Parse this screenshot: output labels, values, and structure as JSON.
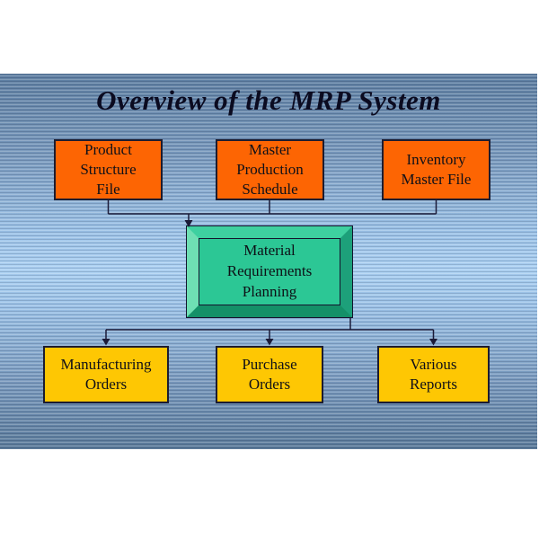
{
  "slide": {
    "title": "Overview of the MRP System",
    "top_row": [
      {
        "label": "Product\nStructure\nFile"
      },
      {
        "label": "Master\nProduction\nSchedule"
      },
      {
        "label": "Inventory\nMaster File"
      }
    ],
    "center": {
      "label": "Material\nRequirements\nPlanning"
    },
    "bottom_row": [
      {
        "label": "Manufacturing\nOrders"
      },
      {
        "label": "Purchase\nOrders"
      },
      {
        "label": "Various\nReports"
      }
    ],
    "colors": {
      "input_box_fill": "#fd6503",
      "output_box_fill": "#fec703",
      "process_box_face": "#2cc795",
      "process_bevel_light": "#6fdfb4",
      "process_bevel_dark": "#149068",
      "box_border": "#1c1c30",
      "connector": "#1b1b38",
      "title_text": "#0b0b20",
      "background_top": "#5c7da0",
      "background_middle": "#abd1f3",
      "background_bottom": "#587898"
    }
  }
}
